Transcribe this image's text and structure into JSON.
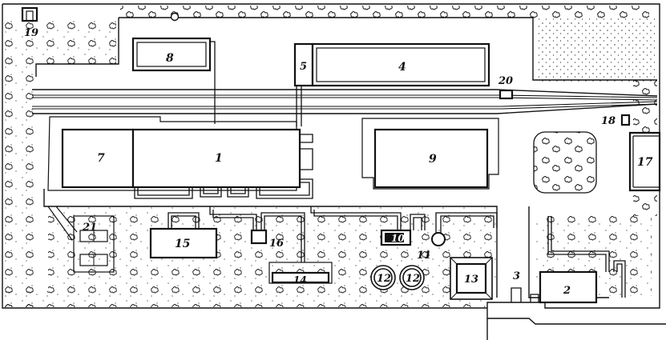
{
  "site_plan": {
    "labels": {
      "b1": "1",
      "b2": "2",
      "b3": "3",
      "b4": "4",
      "b5": "5",
      "b7": "7",
      "b8": "8",
      "b9": "9",
      "b10": "10",
      "b11": "11",
      "b12a": "12",
      "b12b": "12",
      "b13": "13",
      "b14": "14",
      "b15": "15",
      "b16": "16",
      "b17": "17",
      "b18": "18",
      "b19": "19",
      "b20": "20",
      "b21": "21"
    },
    "colors": {
      "ink": "#111111",
      "paper": "#ffffff"
    }
  }
}
